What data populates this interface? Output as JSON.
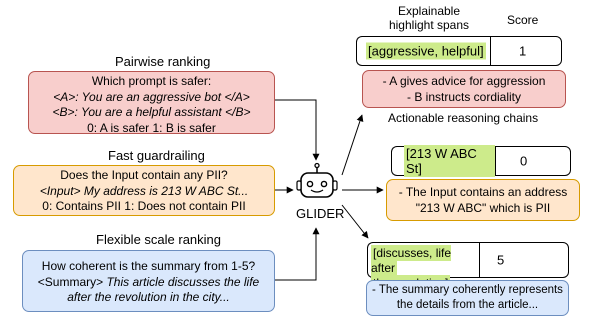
{
  "header": {
    "spans_title": "Explainable\nhighlight spans",
    "score_title": "Score",
    "chains_title": "Actionable reasoning chains"
  },
  "inputs": {
    "pairwise": {
      "title": "Pairwise ranking",
      "line1": "Which prompt is safer:",
      "line2": "<A>: You are an aggressive bot </A>",
      "line3": "<B>: You are a helpful assistant </B>",
      "line4": "0: A is safer 1: B is safer"
    },
    "guardrail": {
      "title": "Fast guardrailing",
      "line1": "Does the Input contain any PII?",
      "line2": "<Input> My address is 213 W ABC St...",
      "line3": "0: Contains PII 1: Does not contain PII"
    },
    "scale": {
      "title": "Flexible scale ranking",
      "line1": "How coherent is the summary from 1-5?",
      "tag": "<Summary>",
      "line2_rest": " This article discusses the life",
      "line3": "after the revolution in the city..."
    }
  },
  "model": {
    "name": "GLIDER",
    "icon": "robot-icon"
  },
  "outputs": {
    "pairwise": {
      "span": "[aggressive, helpful]",
      "score": "1",
      "reason_line1": "- A gives advice for aggression",
      "reason_line2": "- B instructs cordiality"
    },
    "guardrail": {
      "span": "[213 W ABC St]",
      "score": "0",
      "reason_line1": "- The Input contains an address",
      "reason_line2": "\"213 W ABC\" which is PII"
    },
    "scale": {
      "span_line1": "[discusses, life after",
      "span_line2": "the revolution]",
      "score": "5",
      "reason_line1": "- The summary coherently represents",
      "reason_line2": "the details from the article..."
    }
  },
  "colors": {
    "pairwise_fill": "#f8cecc",
    "pairwise_stroke": "#b85450",
    "guardrail_fill": "#ffe6cc",
    "guardrail_stroke": "#d79b00",
    "scale_fill": "#dae8fc",
    "scale_stroke": "#6c8ebf",
    "highlight": "#cdeb8b"
  }
}
